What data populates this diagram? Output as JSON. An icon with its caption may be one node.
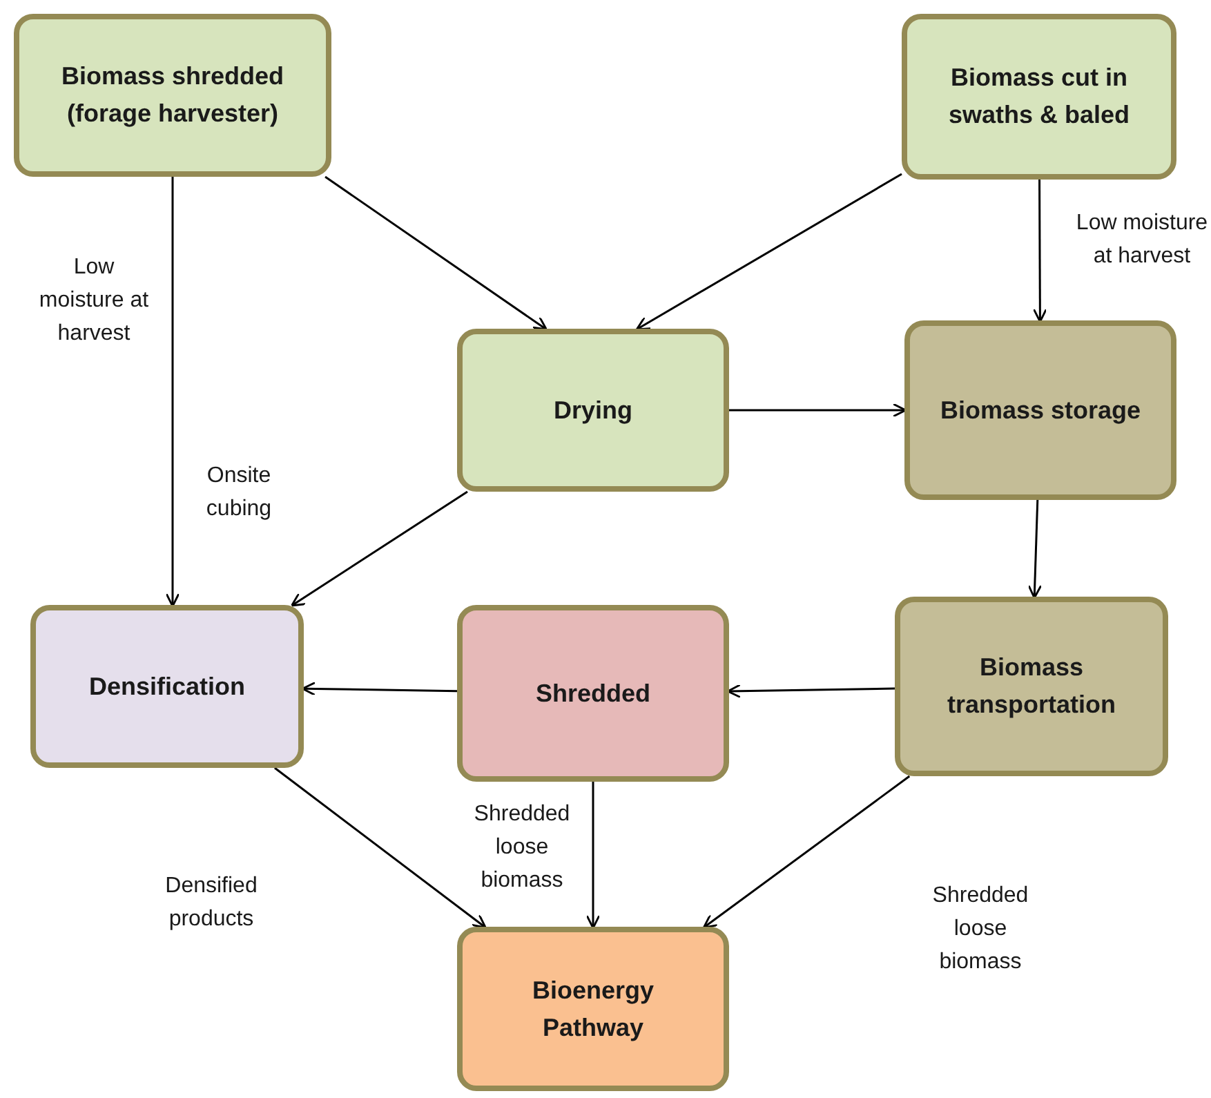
{
  "diagram": {
    "nodes": [
      {
        "text": [
          "Biomass shredded (forage harvester)"
        ]
      },
      {
        "text": [
          "Biomass cut in swaths & baled"
        ]
      },
      {
        "text": [
          "Drying"
        ]
      },
      {
        "text": [
          "Biomass storage"
        ]
      },
      {
        "text": [
          "Densification"
        ]
      },
      {
        "text": [
          "Shredded"
        ]
      },
      {
        "text": [
          "Biomass transportation"
        ]
      },
      {
        "text": [
          "Bioenergy Pathway"
        ]
      }
    ],
    "edges": [
      {
        "from": 0,
        "to": 2,
        "arrow": "to"
      },
      {
        "from": 0,
        "to": 4,
        "arrow": "to",
        "label": "Low moisture at harvest"
      },
      {
        "from": 1,
        "to": 2,
        "arrow": "to"
      },
      {
        "from": 1,
        "to": 3,
        "arrow": "to",
        "label": "Low moisture at harvest"
      },
      {
        "from": 2,
        "to": 3,
        "arrow": "to"
      },
      {
        "from": 2,
        "to": 4,
        "arrow": "to",
        "label": "Onsite cubing"
      },
      {
        "from": 3,
        "to": 6,
        "arrow": "to"
      },
      {
        "from": 6,
        "to": 5,
        "arrow": "to"
      },
      {
        "from": 5,
        "to": 4,
        "arrow": "to"
      },
      {
        "from": 5,
        "to": 7,
        "arrow": "to",
        "label": "Shredded loose biomass"
      },
      {
        "from": 4,
        "to": 7,
        "arrow": "to",
        "label": "Densified products"
      },
      {
        "from": 6,
        "to": 7,
        "arrow": "to",
        "label": "Shredded loose biomass"
      }
    ]
  }
}
